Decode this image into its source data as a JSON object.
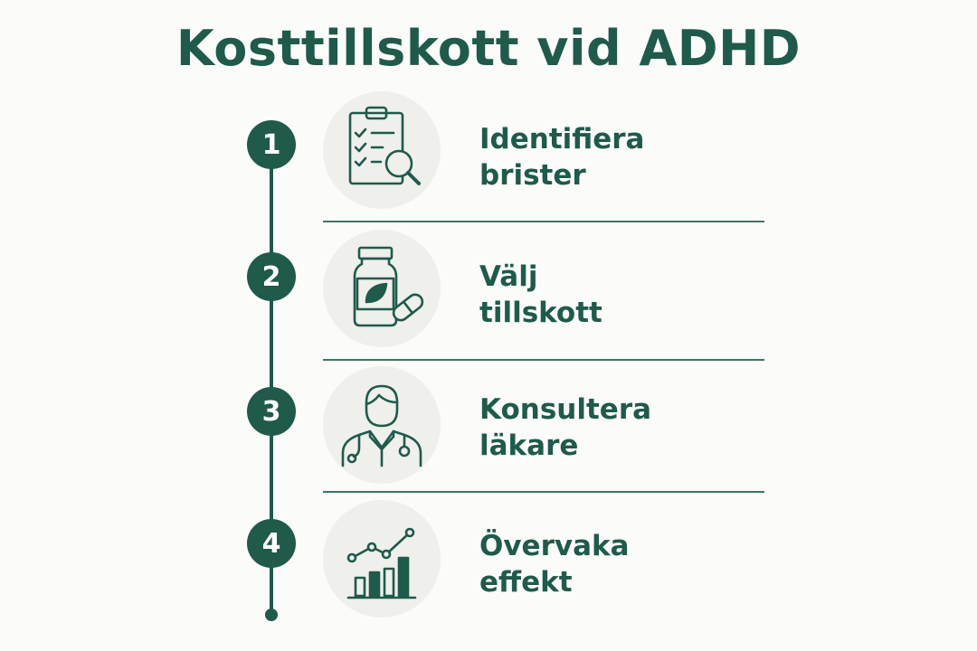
{
  "title": "Kosttillskott vid ADHD",
  "colors": {
    "accent": "#1f5a4b",
    "icon_bg": "#efefec",
    "background": "#fbfbfa"
  },
  "steps": [
    {
      "number": "1",
      "icon": "clipboard-search-icon",
      "label_line1": "Identifiera",
      "label_line2": "brister"
    },
    {
      "number": "2",
      "icon": "supplement-bottle-icon",
      "label_line1": "Välj",
      "label_line2": "tillskott"
    },
    {
      "number": "3",
      "icon": "doctor-icon",
      "label_line1": "Konsultera",
      "label_line2": "läkare"
    },
    {
      "number": "4",
      "icon": "chart-growth-icon",
      "label_line1": "Övervaka",
      "label_line2": "effekt"
    }
  ]
}
